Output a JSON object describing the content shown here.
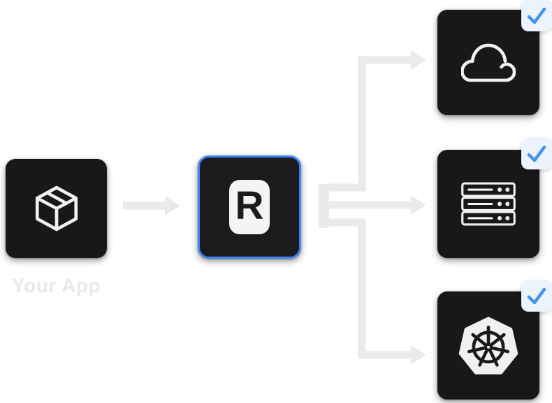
{
  "diagram": {
    "source": {
      "label": "Your App",
      "icon": "package-icon"
    },
    "processor": {
      "logo_letter": "R",
      "border_color": "#3b82f6"
    },
    "targets": [
      {
        "id": "cloud",
        "icon": "cloud-icon",
        "checked": true
      },
      {
        "id": "server",
        "icon": "server-icon",
        "checked": true
      },
      {
        "id": "kubernetes",
        "icon": "kubernetes-icon",
        "checked": true
      }
    ],
    "colors": {
      "background": "#ffffff",
      "card_background": "#18181b",
      "accent_blue": "#3b82f6",
      "badge_background": "#ecf3fc",
      "checkmark_blue": "#4596e8",
      "connector_gray": "#eaeaea",
      "icon_stroke": "#f2f2f2",
      "label_gray": "#e9e9e9"
    }
  }
}
